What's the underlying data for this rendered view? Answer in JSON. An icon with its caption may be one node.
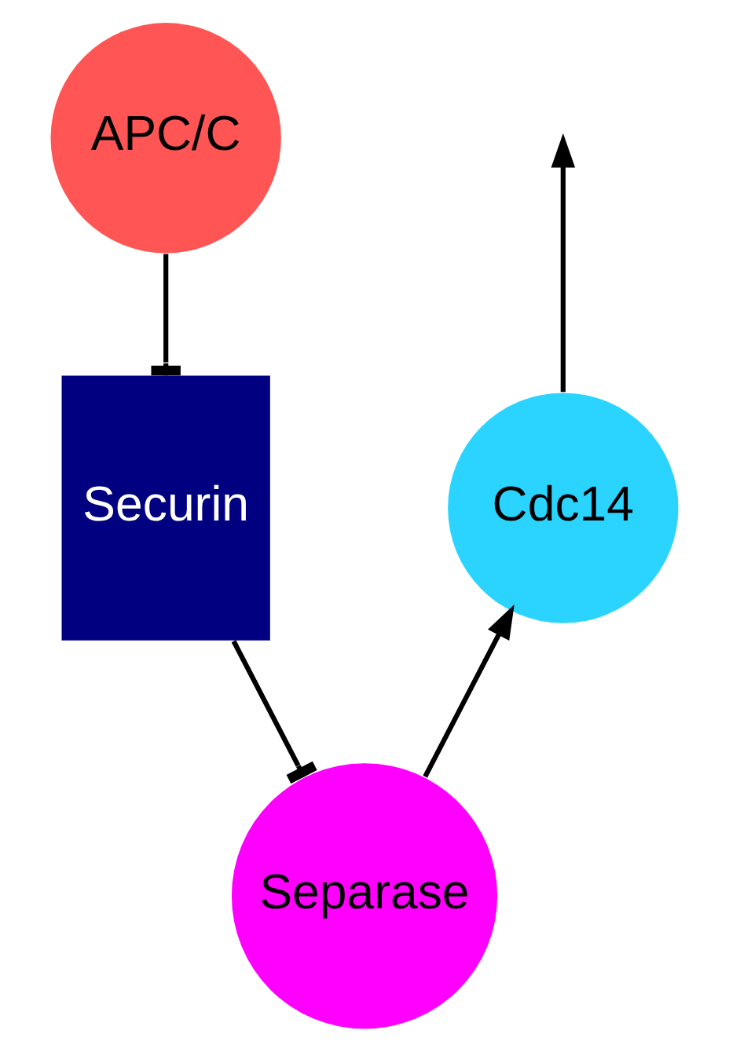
{
  "diagram": {
    "nodes": [
      {
        "text": [
          "APC/C"
        ]
      },
      {
        "text": [
          "Securin"
        ]
      },
      {
        "text": [
          "Separase"
        ]
      },
      {
        "text": [
          "Cdc14"
        ]
      }
    ],
    "edges": [
      {
        "from": 0,
        "to": 1,
        "arrow": "other"
      },
      {
        "from": 1,
        "to": 2,
        "arrow": "other"
      },
      {
        "from": 2,
        "to": 3,
        "arrow": "to"
      },
      {
        "from": 3,
        "to": null,
        "arrow": "to"
      }
    ]
  }
}
